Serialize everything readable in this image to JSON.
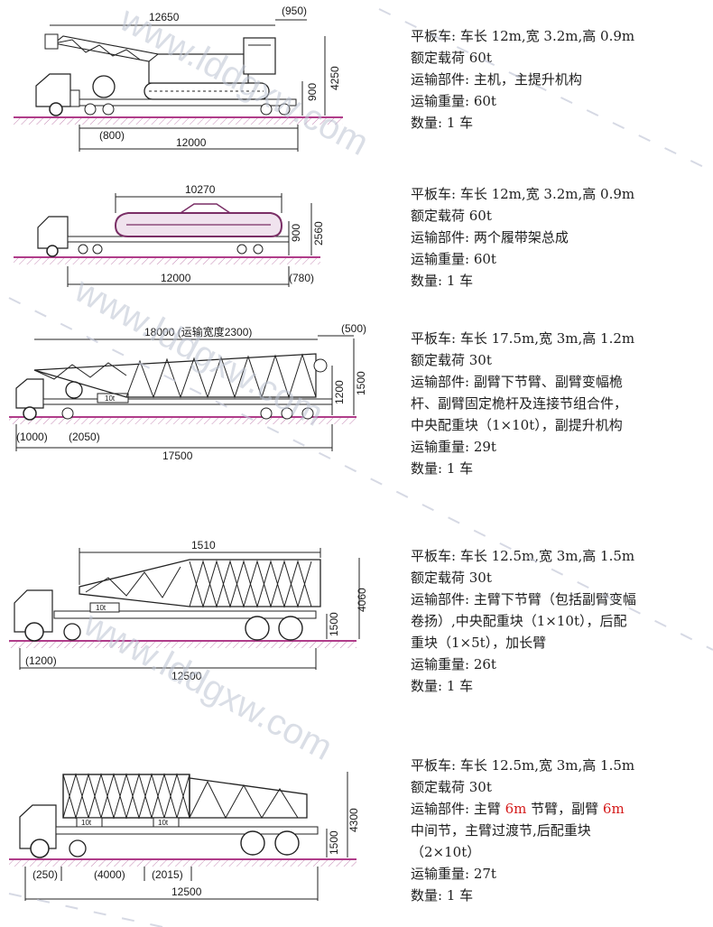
{
  "colors": {
    "ground": "#b03d8a",
    "ink": "#222222",
    "watermark": "#b9bfcf",
    "highlight": "#d51a1a"
  },
  "watermark": {
    "text": "www.lddgxw.com"
  },
  "panels": [
    {
      "dims": {
        "top": "12650",
        "top_paren": "(950)",
        "right_a": "4250",
        "right_b": "900",
        "bottom_left": "(800)",
        "bottom": "12000"
      },
      "specs": {
        "line1": "平板车: 车长 12m,宽 3.2m,高 0.9m",
        "line2": "额定载荷 60t",
        "line3": "运输部件: 主机，主提升机构",
        "line4": "运输重量: 60t",
        "line5": "数量: 1 车"
      }
    },
    {
      "dims": {
        "top": "10270",
        "right_a": "2560",
        "right_b": "900",
        "bottom": "12000",
        "bottom_right": "(780)"
      },
      "specs": {
        "line1": "平板车: 车长 12m,宽 3.2m,高 0.9m",
        "line2": "额定载荷 60t",
        "line3": "运输部件: 两个履带架总成",
        "line4": "运输重量: 60t",
        "line5": "数量: 1 车"
      }
    },
    {
      "dims": {
        "top": "18000 (运输宽度2300)",
        "top_paren": "(500)",
        "right_a": "1500",
        "right_b": "1200",
        "bottom_left_a": "(1000)",
        "bottom_left_b": "(2050)",
        "bottom": "17500",
        "weight_tag": "10t"
      },
      "specs": {
        "line1": "平板车: 车长 17.5m,宽 3m,高 1.2m",
        "line2": "额定载荷 30t",
        "line3": "运输部件: 副臂下节臂、副臂变幅桅杆、副臂固定桅杆及连接节组合件，中央配重块（1×10t），副提升机构",
        "line4": "运输重量: 29t",
        "line5": "数量: 1 车"
      }
    },
    {
      "dims": {
        "top": "1510",
        "right_a": "4060",
        "right_b": "1500",
        "bottom_left": "(1200)",
        "bottom": "12500",
        "weight_tag": "10t"
      },
      "specs": {
        "line1": "平板车: 车长 12.5m,宽 3m,高 1.5m",
        "line2": "额定载荷 30t",
        "line3": "运输部件: 主臂下节臂（包括副臂变幅卷扬）,中央配重块（1×10t），后配重块（1×5t），加长臂",
        "line4": "运输重量: 26t",
        "line5": "数量: 1 车"
      }
    },
    {
      "dims": {
        "right_a": "4300",
        "right_b": "1500",
        "bottom_left_a": "(250)",
        "bottom_left_b": "(4000)",
        "bottom_left_c": "(2015)",
        "bottom": "12500",
        "weight_tag_a": "10t",
        "weight_tag_b": "10t"
      },
      "specs": {
        "line1": "平板车: 车长 12.5m,宽 3m,高 1.5m",
        "line2": "额定载荷 30t",
        "line3a": "运输部件: 主臂 ",
        "line3b": "6m",
        "line3c": " 节臂，副臂 ",
        "line3d": "6m",
        "line3e": "中间节，主臂过渡节,后配重块（2×10t）",
        "line4": "运输重量: 27t",
        "line5": "数量: 1 车"
      }
    }
  ]
}
